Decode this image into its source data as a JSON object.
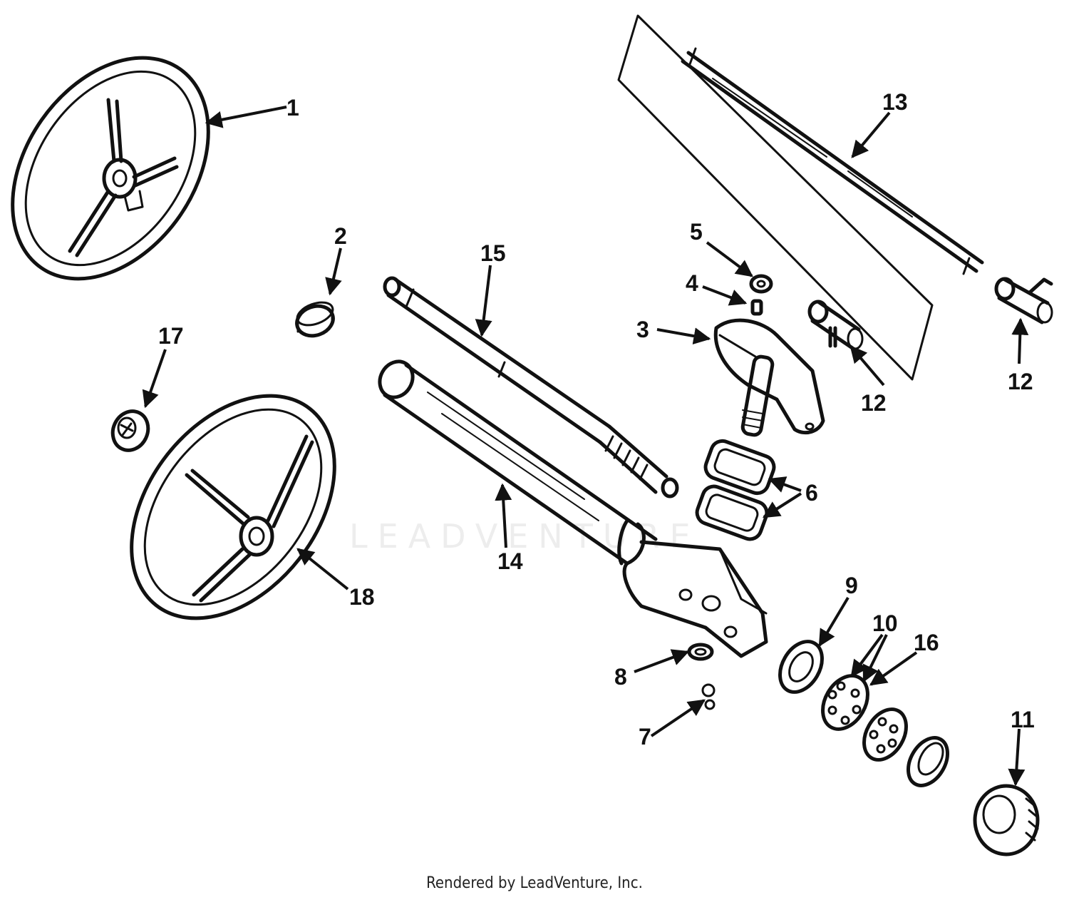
{
  "watermark": "LEADVENTURE",
  "footer": "Rendered by LeadVenture, Inc.",
  "callouts": {
    "c1": "1",
    "c2": "2",
    "c3": "3",
    "c4": "4",
    "c5": "5",
    "c6": "6",
    "c7": "7",
    "c8": "8",
    "c9": "9",
    "c10": "10",
    "c11": "11",
    "c12a": "12",
    "c12b": "12",
    "c13": "13",
    "c14": "14",
    "c15": "15",
    "c16": "16",
    "c17": "17",
    "c18": "18"
  }
}
